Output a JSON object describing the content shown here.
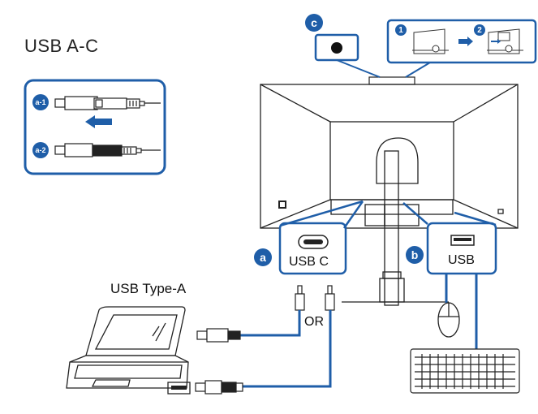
{
  "title": "USB A-C",
  "labels": {
    "usb_type_a": "USB Type-A",
    "or": "OR",
    "usb_c": "USB C",
    "usb": "USB"
  },
  "badges": {
    "a": "a",
    "b": "b",
    "c": "c",
    "a1": "a-1",
    "a2": "a-2"
  },
  "steps": {
    "one": "1",
    "two": "2"
  },
  "colors": {
    "accent": "#1f5ea8",
    "line": "#222222"
  }
}
